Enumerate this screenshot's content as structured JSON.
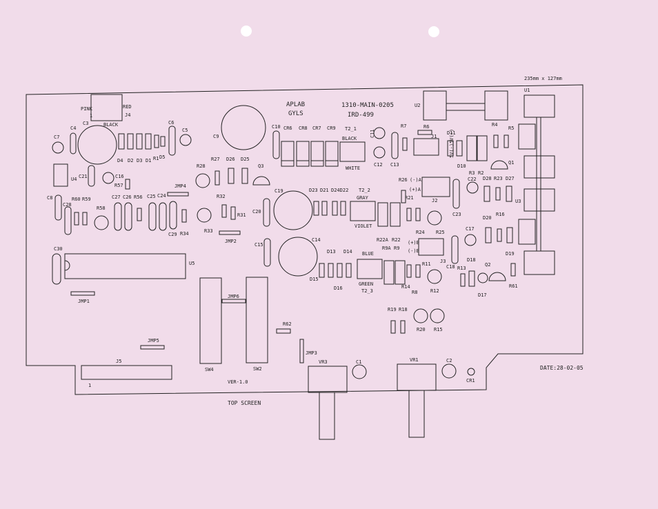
{
  "sheet_size": "235mm x 127mm",
  "title": {
    "line1": "APLAB",
    "line2": "GYLS"
  },
  "part_no": {
    "line1": "1310-MAIN-0205",
    "line2": "IRD-499"
  },
  "date": "DATE:28-02-05",
  "version": "VER-1.0",
  "screen": "TOP SCREEN",
  "colors": {
    "paper": "#f1dcea",
    "ink": "#222222"
  },
  "labels": {
    "u1": "U1",
    "u2": "U2",
    "u3": "U3",
    "u4": "U4",
    "u5": "U5",
    "j1": "J1",
    "j2": "J2",
    "j3": "J3",
    "j4": "J4",
    "j5": "J5",
    "j5_pin": "1",
    "j4_pin": "1",
    "pink": "PINK",
    "red": "RED",
    "black_j4": "BLACK",
    "t2_1": "T2_1",
    "t2_1_black": "BLACK",
    "t2_1_white": "WHITE",
    "t2_2": "T2_2",
    "t2_2_gray": "GRAY",
    "t2_2_violet": "VIOLET",
    "t2_3": "T2_3",
    "t2_3_blue": "BLUE",
    "t2_3_green": "GREEN",
    "c1": "C1",
    "c2": "C2",
    "c3": "C3",
    "c4": "C4",
    "c5": "C5",
    "c6": "C6",
    "c7": "C7",
    "c8": "C8",
    "c9": "C9",
    "c10": "C10",
    "c11": "C11",
    "c12": "C12",
    "c13": "C13",
    "c14": "C14",
    "c15": "C15",
    "c16": "C16",
    "c17": "C17",
    "c18": "C18",
    "c19": "C19",
    "c20": "C20",
    "c21": "C21",
    "c22": "C22",
    "c23": "C23",
    "c24": "C24",
    "c25": "C25",
    "c26": "C26",
    "c27": "C27",
    "c28": "C28",
    "c29": "C29",
    "c30": "C30",
    "cr1": "CR1",
    "cr6": "CR6",
    "cr7": "CR7",
    "cr8": "CR8",
    "cr9": "CR9",
    "d1": "D1",
    "d2": "D2",
    "d3": "D3",
    "d4": "D4",
    "d5": "D5",
    "d10": "D10",
    "d11": "D11",
    "d13": "D13",
    "d14": "D14",
    "d15": "D15",
    "d16": "D16",
    "d17": "D17",
    "d18": "D18",
    "d19": "D19",
    "d20": "D20",
    "d21": "D21",
    "d23": "D23",
    "d24d22": "D24D22",
    "d25": "D25",
    "d26": "D26",
    "d27": "D27",
    "d28": "D28",
    "r1": "R1",
    "r2": "R2",
    "r3": "R3",
    "r4": "R4",
    "r5": "R5",
    "r6": "R6",
    "r7": "R7",
    "r8": "R8",
    "r9": "R9",
    "r9a": "R9A",
    "r11": "R11",
    "r12": "R12",
    "r13": "R13",
    "r14": "R14",
    "r15": "R15",
    "r16": "R16",
    "r18": "R18",
    "r19": "R19",
    "r20": "R20",
    "r21": "R21",
    "r22": "R22",
    "r22a": "R22A",
    "r23": "R23",
    "r24": "R24",
    "r25": "R25",
    "r26": "R26",
    "r27": "R27",
    "r28": "R28",
    "r31": "R31",
    "r32": "R32",
    "r33": "R33",
    "r34": "R34",
    "r56": "R56",
    "r57": "R57",
    "r58": "R58",
    "r59": "R59",
    "r60": "R60",
    "r61": "R61",
    "r62": "R62",
    "q1": "Q1",
    "q2": "Q2",
    "q3": "Q3",
    "jmp1": "JMP1",
    "jmp2": "JMP2",
    "jmp3": "JMP3",
    "jmp4": "JMP4",
    "jmp5": "JMP5",
    "jmp6": "JMP6",
    "sw2": "SW2",
    "sw4": "SW4",
    "vr1": "VR1",
    "vr3": "VR3",
    "minus_a": "(-)A",
    "plus_a": "(+)A",
    "plus_b": "(+)B",
    "minus_b": "(-)B",
    "j1_5v": "5V(-)5V(+)"
  }
}
